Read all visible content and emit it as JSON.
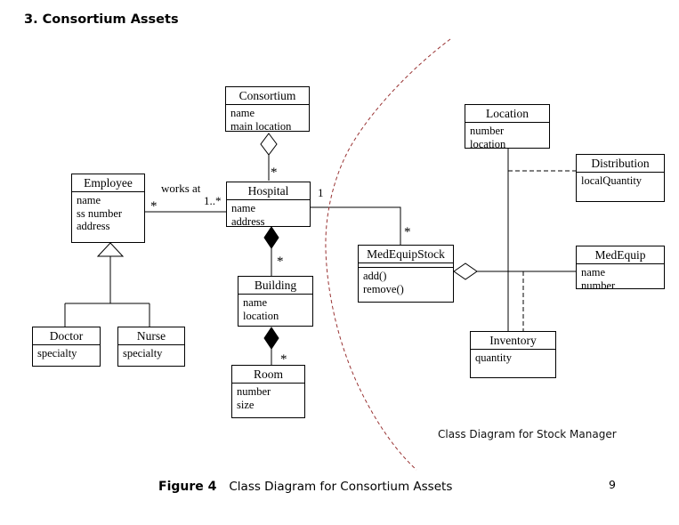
{
  "page": {
    "heading": "3. Consortium Assets",
    "caption_label": "Figure 4",
    "caption_text": "Class Diagram for Consortium Assets",
    "page_number": "9",
    "region_note": "Class Diagram for Stock Manager"
  },
  "colors": {
    "divider_red": "#993333",
    "line_black": "#000000"
  },
  "labels": {
    "works_at": "works at"
  },
  "multiplicities": {
    "star": "*",
    "one": "1",
    "one_to_many": "1..*"
  },
  "classes": {
    "consortium": {
      "name": "Consortium",
      "attributes": [
        "name",
        "main location"
      ]
    },
    "location": {
      "name": "Location",
      "attributes": [
        "number",
        "location"
      ]
    },
    "distribution": {
      "name": "Distribution",
      "attributes": [
        "localQuantity"
      ]
    },
    "employee": {
      "name": "Employee",
      "attributes": [
        "name",
        "ss number",
        "address"
      ]
    },
    "hospital": {
      "name": "Hospital",
      "attributes": [
        "name",
        "address"
      ]
    },
    "medequipstock": {
      "name": "MedEquipStock",
      "attributes": [],
      "operations": [
        "add()",
        "remove()"
      ]
    },
    "medequip": {
      "name": "MedEquip",
      "attributes": [
        "name",
        "number"
      ]
    },
    "building": {
      "name": "Building",
      "attributes": [
        "name",
        "location"
      ]
    },
    "inventory": {
      "name": "Inventory",
      "attributes": [
        "quantity"
      ]
    },
    "doctor": {
      "name": "Doctor",
      "attributes": [
        "specialty"
      ]
    },
    "nurse": {
      "name": "Nurse",
      "attributes": [
        "specialty"
      ]
    },
    "room": {
      "name": "Room",
      "attributes": [
        "number",
        "size"
      ]
    }
  }
}
